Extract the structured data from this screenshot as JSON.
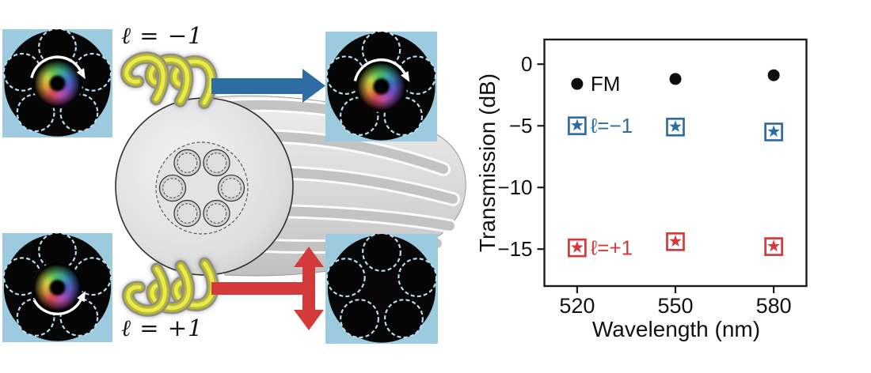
{
  "diagram": {
    "input_label_top": "ℓ = −1",
    "input_label_bottom": "ℓ = +1"
  },
  "colors": {
    "blue_arrow": "#2e6da4",
    "red_arrow": "#d43a3a",
    "spring_yellow": "#e9e950",
    "inset_background": "#9ccadf",
    "hole_ring": "#b7dcec",
    "fm_black": "#0d0d0d"
  },
  "chart_data": {
    "type": "scatter",
    "title": "",
    "xlabel": "Wavelength (nm)",
    "ylabel": "Transmission (dB)",
    "x": [
      520,
      550,
      580
    ],
    "xticks": [
      520,
      550,
      580
    ],
    "yticks": [
      0,
      -5,
      -10,
      -15
    ],
    "xlim": [
      510,
      590
    ],
    "ylim": [
      -18,
      2
    ],
    "grid": false,
    "legend_position": "beside first data points inside plot",
    "series": [
      {
        "name": "FM",
        "marker": "filled-circle",
        "color": "#0d0d0d",
        "values": [
          -1.6,
          -1.2,
          -0.9
        ]
      },
      {
        "name": "ℓ=−1",
        "marker": "open-square-star",
        "color": "#2e6da4",
        "values": [
          -5.0,
          -5.1,
          -5.5
        ]
      },
      {
        "name": "ℓ=+1",
        "marker": "open-square-star",
        "color": "#d43a3a",
        "values": [
          -14.9,
          -14.4,
          -14.8
        ]
      }
    ]
  }
}
